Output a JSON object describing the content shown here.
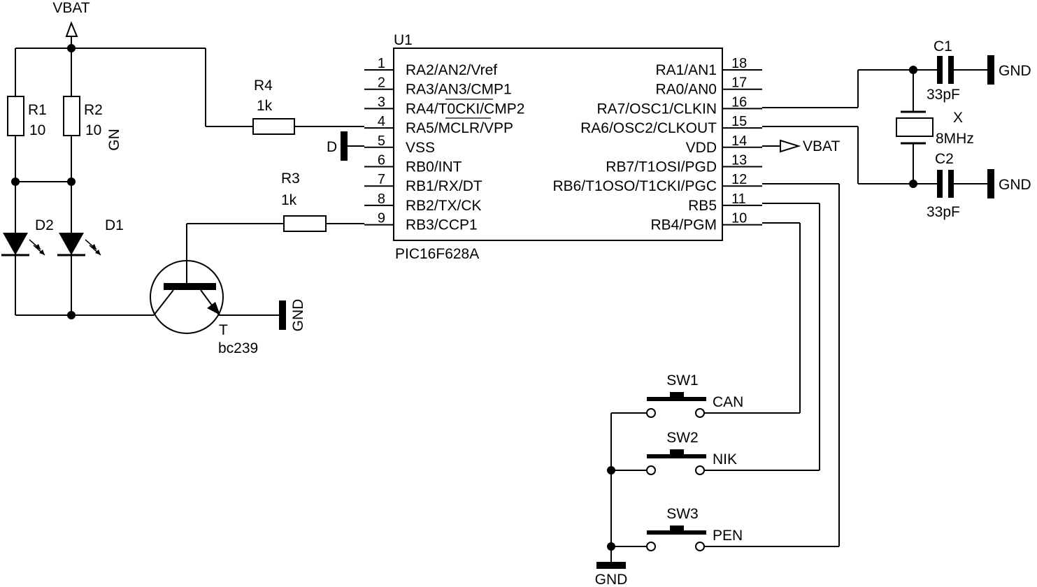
{
  "power": {
    "vbat_top": "VBAT",
    "vbat_right": "VBAT",
    "gnd_label": "GND",
    "gnd_rotated_a": "GN",
    "gnd_rotated_b": "GND",
    "gnd_partial": "D"
  },
  "ic": {
    "ref": "U1",
    "part": "PIC16F628A",
    "left_pins": [
      {
        "num": "1",
        "name": "RA2/AN2/Vref"
      },
      {
        "num": "2",
        "name": "RA3/AN3/CMP1"
      },
      {
        "num": "3",
        "name": "RA4/T0CKI/CMP2"
      },
      {
        "num": "4",
        "name": "RA5/MCLR/VPP"
      },
      {
        "num": "5",
        "name": "VSS"
      },
      {
        "num": "6",
        "name": "RB0/INT"
      },
      {
        "num": "7",
        "name": "RB1/RX/DT"
      },
      {
        "num": "8",
        "name": "RB2/TX/CK"
      },
      {
        "num": "9",
        "name": "RB3/CCP1"
      }
    ],
    "right_pins": [
      {
        "num": "18",
        "name": "RA1/AN1"
      },
      {
        "num": "17",
        "name": "RA0/AN0"
      },
      {
        "num": "16",
        "name": "RA7/OSC1/CLKIN"
      },
      {
        "num": "15",
        "name": "RA6/OSC2/CLKOUT"
      },
      {
        "num": "14",
        "name": "VDD"
      },
      {
        "num": "13",
        "name": "RB7/T1OSI/PGD"
      },
      {
        "num": "12",
        "name": "RB6/T1OSO/T1CKI/PGC"
      },
      {
        "num": "11",
        "name": "RB5"
      },
      {
        "num": "10",
        "name": "RB4/PGM"
      }
    ]
  },
  "components": {
    "r1": {
      "ref": "R1",
      "value": "10"
    },
    "r2": {
      "ref": "R2",
      "value": "10"
    },
    "r3": {
      "ref": "R3",
      "value": "1k"
    },
    "r4": {
      "ref": "R4",
      "value": "1k"
    },
    "d1": {
      "ref": "D1"
    },
    "d2": {
      "ref": "D2"
    },
    "transistor": {
      "ref": "T",
      "value": "bc239"
    },
    "c1": {
      "ref": "C1",
      "value": "33pF"
    },
    "c2": {
      "ref": "C2",
      "value": "33pF"
    },
    "crystal": {
      "ref": "X",
      "value": "8MHz"
    }
  },
  "switches": [
    {
      "ref": "SW1",
      "label": "CAN"
    },
    {
      "ref": "SW2",
      "label": "NIK"
    },
    {
      "ref": "SW3",
      "label": "PEN"
    }
  ]
}
